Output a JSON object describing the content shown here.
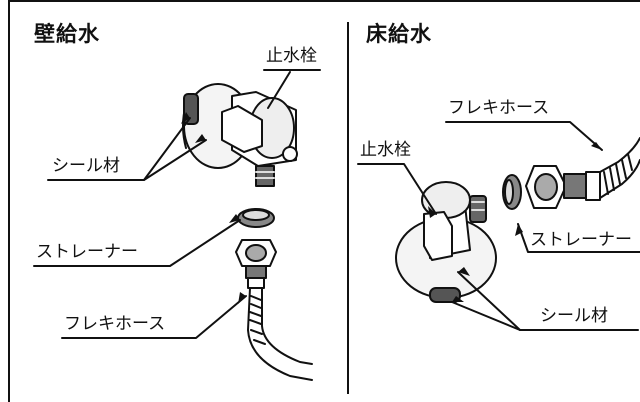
{
  "panels": {
    "wall": {
      "title": "壁給水",
      "labels": {
        "valve": "止水栓",
        "seal": "シール材",
        "strainer": "ストレーナー",
        "hose": "フレキホース"
      }
    },
    "floor": {
      "title": "床給水",
      "labels": {
        "hose": "フレキホース",
        "valve": "止水栓",
        "strainer": "ストレーナー",
        "seal": "シール材"
      }
    }
  }
}
